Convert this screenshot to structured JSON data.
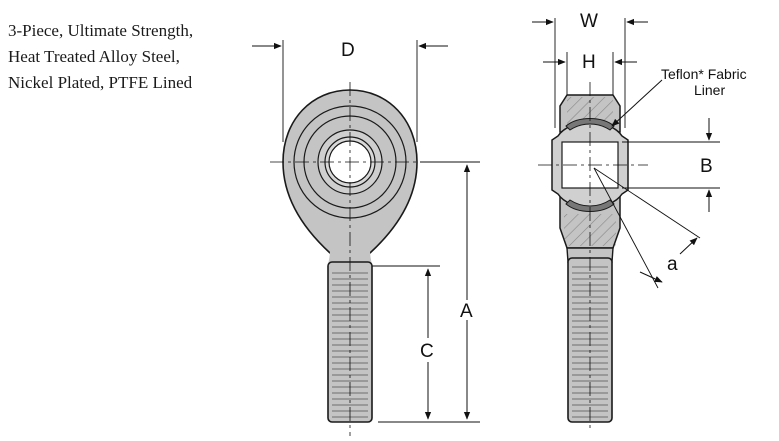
{
  "description": {
    "line1": "3-Piece, Ultimate Strength,",
    "line2": "Heat Treated Alloy Steel,",
    "line3": "Nickel Plated, PTFE Lined"
  },
  "dimensions": {
    "d": "D",
    "a": "A",
    "c": "C",
    "w": "W",
    "h": "H",
    "b": "B",
    "angle": "a"
  },
  "callout": {
    "line1": "Teflon* Fabric",
    "line2": "Liner"
  },
  "colors": {
    "body": "#c4c4c4",
    "outline": "#1a1a1a",
    "hatch": "#6e6e6e",
    "bore": "#ffffff"
  }
}
